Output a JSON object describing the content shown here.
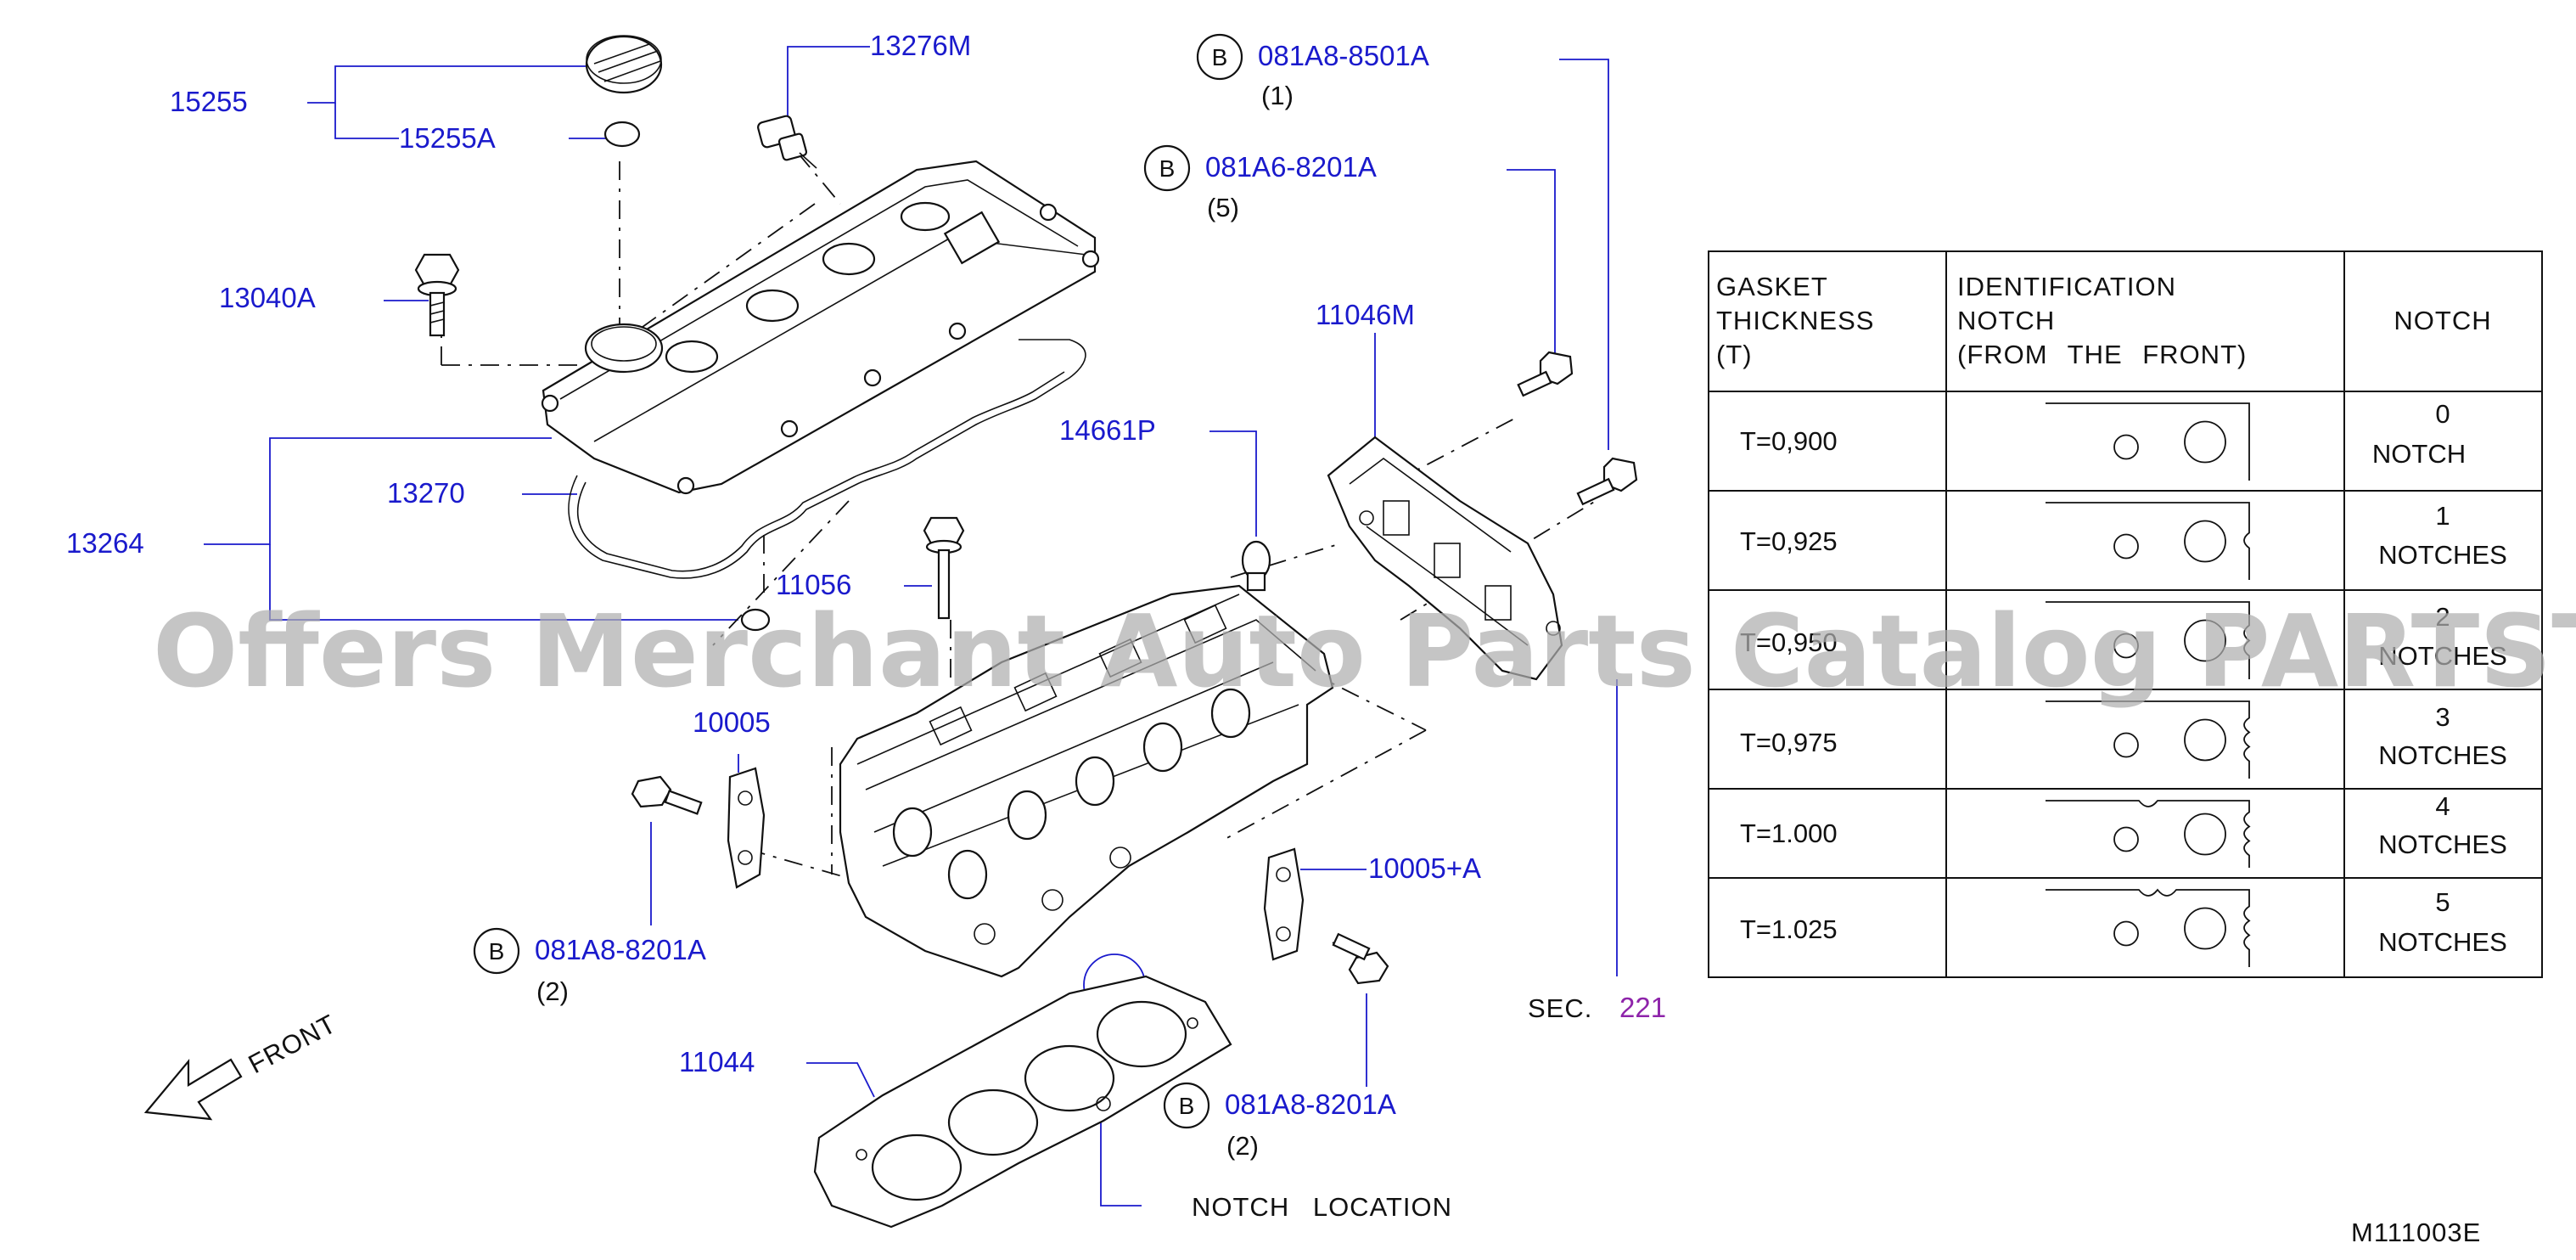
{
  "parts": {
    "p15255": "15255",
    "p15255a": "15255A",
    "p13276m": "13276M",
    "p13040a": "13040A",
    "p13264": "13264",
    "p13270": "13270",
    "p11056": "11056",
    "p10005": "10005",
    "p10005a": "10005+A",
    "p11044": "11044",
    "p14661p": "14661P",
    "p11046m": "11046M",
    "b1_part": "081A8-8501A",
    "b1_qty": "(1)",
    "b2_part": "081A6-8201A",
    "b2_qty": "(5)",
    "b3_part": "081A8-8201A",
    "b3_qty": "(2)",
    "b4_part": "081A8-8201A",
    "b4_qty": "(2)",
    "b_letter": "B"
  },
  "labels": {
    "front": "FRONT",
    "notch_location": "NOTCH LOCATION",
    "sec_prefix": "SEC.",
    "sec_num": "221",
    "diagram_code": "M111003E"
  },
  "watermark": "Offers Merchant Auto Parts Catalog PARTSTORE.SA",
  "gasket_table": {
    "header": {
      "col1": [
        "GASKET",
        "THICKNESS",
        "(T)"
      ],
      "col2": [
        "IDENTIFICATION",
        "NOTCH",
        "(FROM THE FRONT)"
      ],
      "col3": "NOTCH"
    },
    "rows": [
      {
        "thickness": "T=0,900",
        "notch_num": "0",
        "notch_word": "NOTCH",
        "notches": 0
      },
      {
        "thickness": "T=0,925",
        "notch_num": "1",
        "notch_word": "NOTCHES",
        "notches": 1
      },
      {
        "thickness": "T=0,950",
        "notch_num": "2",
        "notch_word": "NOTCHES",
        "notches": 2
      },
      {
        "thickness": "T=0,975",
        "notch_num": "3",
        "notch_word": "NOTCHES",
        "notches": 3
      },
      {
        "thickness": "T=1.000",
        "notch_num": "4",
        "notch_word": "NOTCHES",
        "notches": 4
      },
      {
        "thickness": "T=1.025",
        "notch_num": "5",
        "notch_word": "NOTCHES",
        "notches": 5
      }
    ]
  },
  "colors": {
    "part_label": "#1a1acc",
    "section_ref": "#8e24aa",
    "line": "#111111",
    "watermark": "#afafaf"
  }
}
